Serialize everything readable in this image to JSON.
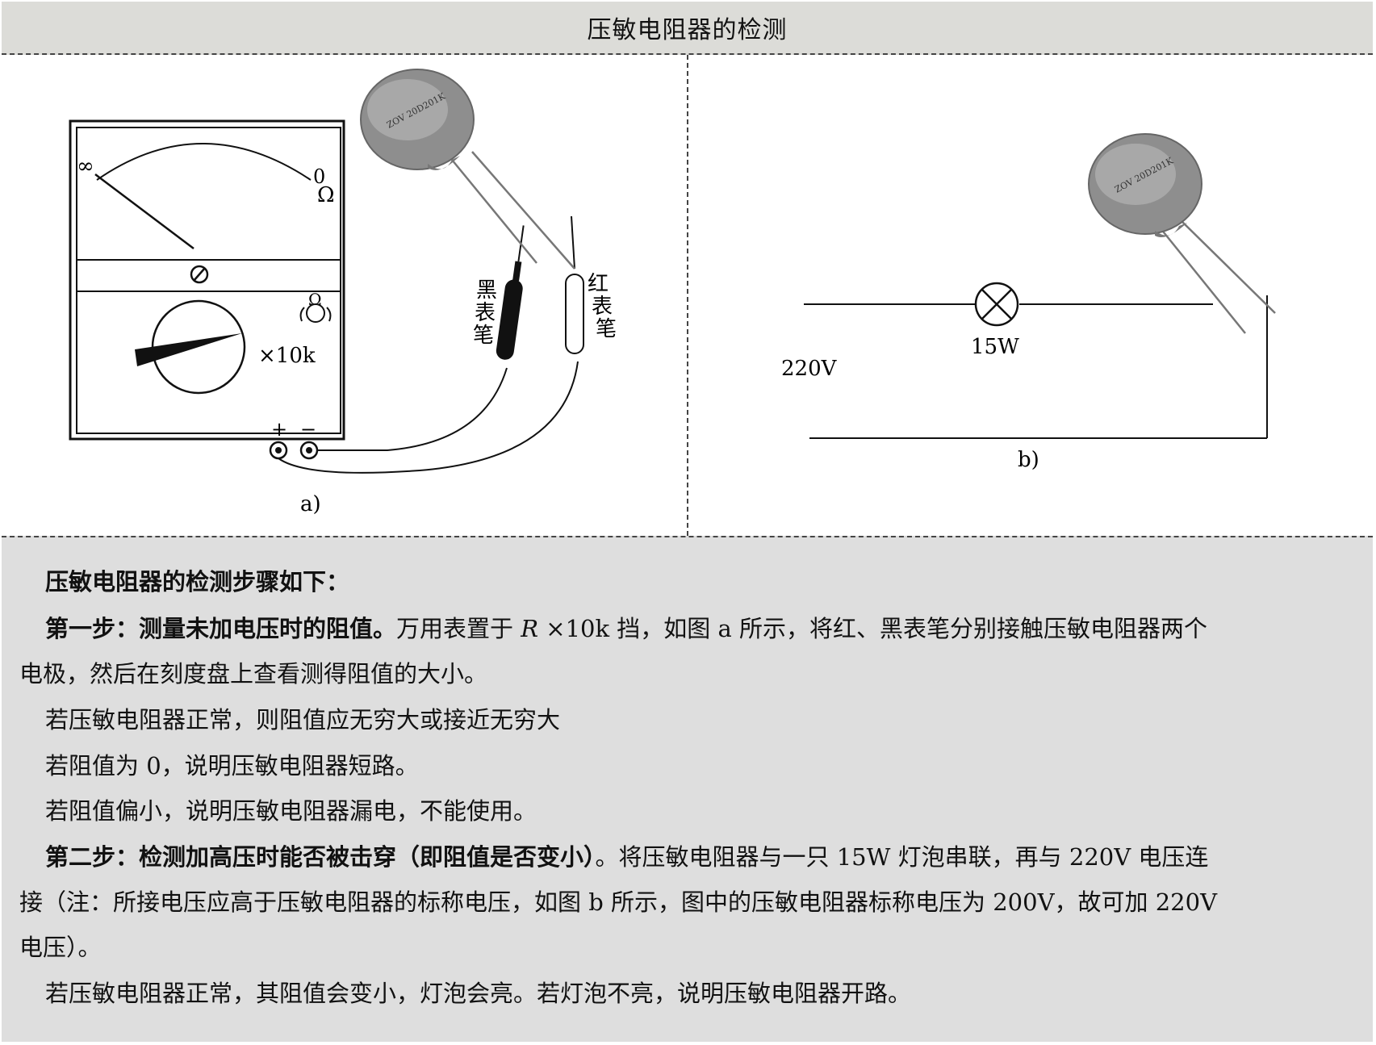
{
  "title": "压敏电阻器的检测",
  "figure_a": {
    "caption": "a)",
    "scale_infinity": "∞",
    "scale_zero": "0",
    "scale_unit": "Ω",
    "range_label": "×10k",
    "dial_icon_label": "Ω",
    "terminal_plus": "+",
    "terminal_minus": "−",
    "black_probe_label": "黑表笔",
    "red_probe_label": "红表笔",
    "varistor_marking": "ZOV 20D201K"
  },
  "figure_b": {
    "caption": "b)",
    "lamp_label": "15W",
    "voltage_label": "220V",
    "varistor_marking": "ZOV 20D201K"
  },
  "text": {
    "heading": "压敏电阻器的检测步骤如下：",
    "step1_bold": "第一步：测量未加电压时的阻值。",
    "step1_a": "万用表置于 ",
    "step1_r": "R",
    "step1_b": " ×10k 挡，如图 a 所示，将红、黑表笔分别接触压敏电阻器两个",
    "step1_line2": "电极，然后在刻度盘上查看测得阻值的大小。",
    "note1": "若压敏电阻器正常，则阻值应无穷大或接近无穷大",
    "note2": "若阻值为 0，说明压敏电阻器短路。",
    "note3": "若阻值偏小，说明压敏电阻器漏电，不能使用。",
    "step2_bold": "第二步：检测加高压时能否被击穿（即阻值是否变小）",
    "step2_a": "。将压敏电阻器与一只 15W 灯泡串联，再与 220V 电压连",
    "step2_line2": "接（注：所接电压应高于压敏电阻器的标称电压，如图 b 所示，图中的压敏电阻器标称电压为 200V，故可加 220V",
    "step2_line3": "电压）。",
    "note4": "若压敏电阻器正常，其阻值会变小，灯泡会亮。若灯泡不亮，说明压敏电阻器开路。"
  }
}
